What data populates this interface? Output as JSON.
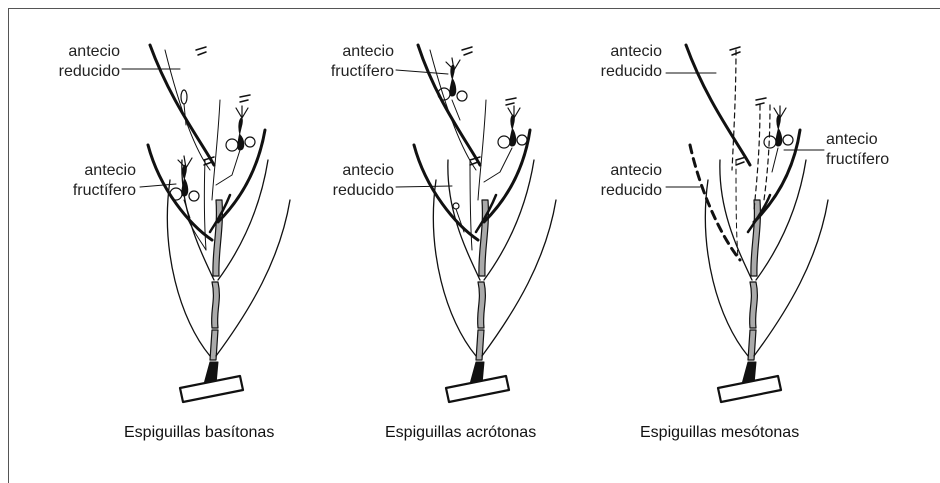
{
  "panels": [
    {
      "caption": "Espiguillas basítonas",
      "upper_label": [
        "antecio",
        "reducido"
      ],
      "lower_label": [
        "antecio",
        "fructífero"
      ]
    },
    {
      "caption": "Espiguillas acrótonas",
      "upper_label": [
        "antecio",
        "fructífero"
      ],
      "lower_label": [
        "antecio",
        "reducido"
      ]
    },
    {
      "caption": "Espiguillas mesótonas",
      "upper_label": [
        "antecio",
        "reducido"
      ],
      "right_label": [
        "antecio",
        "fructífero"
      ],
      "lower_label": [
        "antecio",
        "reducido"
      ]
    }
  ]
}
